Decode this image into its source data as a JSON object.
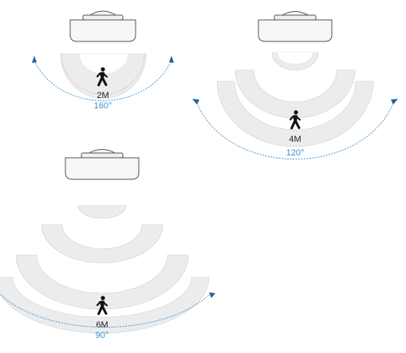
{
  "colors": {
    "band": "#ececec",
    "band_stroke": "#cfcfcf",
    "sensor_body": "#f7f7f7",
    "sensor_stroke": "#555555",
    "arc": "#3b8fd0",
    "arrow": "#1f5fa0",
    "angle_text": "#3b8fd0",
    "range_text": "#222222"
  },
  "icons": {
    "sensor": "ceiling-sensor-icon",
    "person": "walking-person-icon"
  },
  "panels": [
    {
      "id": "panel-2m",
      "range_label": "2M",
      "angle_label": "160°",
      "range_m": 2,
      "angle_deg": 160
    },
    {
      "id": "panel-4m",
      "range_label": "4M",
      "angle_label": "120°",
      "range_m": 4,
      "angle_deg": 120
    },
    {
      "id": "panel-6m",
      "range_label": "6M",
      "angle_label": "90°",
      "range_m": 6,
      "angle_deg": 90
    }
  ]
}
